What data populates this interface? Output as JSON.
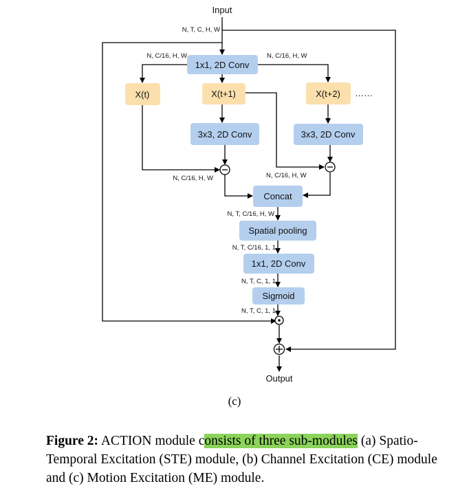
{
  "figure": {
    "input_label": "Input",
    "output_label": "Output",
    "dims": {
      "input": "N, T, C, H, W",
      "left_split": "N, C/16, H, W",
      "right_split": "N, C/16, H, W",
      "left_sub": "N, C/16, H, W",
      "right_sub": "N, C/16, H, W",
      "after_concat": "N, T, C/16, H, W",
      "after_pool": "N, T, C/16, 1, 1",
      "after_conv": "N, T, C, 1, 1",
      "after_sigmoid": "N, T, C, 1, 1"
    },
    "nodes": {
      "conv1x1_top": "1x1, 2D Conv",
      "xt": "X(t)",
      "xt1": "X(t+1)",
      "xt2": "X(t+2)",
      "ellipsis": "……",
      "conv3x3_left": "3x3, 2D Conv",
      "conv3x3_right": "3x3, 2D Conv",
      "concat": "Concat",
      "pool": "Spatial pooling",
      "conv1x1_bottom": "1x1, 2D Conv",
      "sigmoid": "Sigmoid"
    },
    "subcaption": "(c)"
  },
  "caption": {
    "label": "Figure 2:",
    "text_before": " ACTION module c",
    "highlight": "onsists of three sub-modules",
    "text_after": " (a) Spatio-Temporal Excitation (STE) module, (b) Channel Excitation (CE) module and (c) Motion Excitation (ME) module.",
    "highlight_color": "#8bd35a"
  },
  "colors": {
    "conv_box": "#b4cfee",
    "frame_box": "#fbe0ae"
  }
}
